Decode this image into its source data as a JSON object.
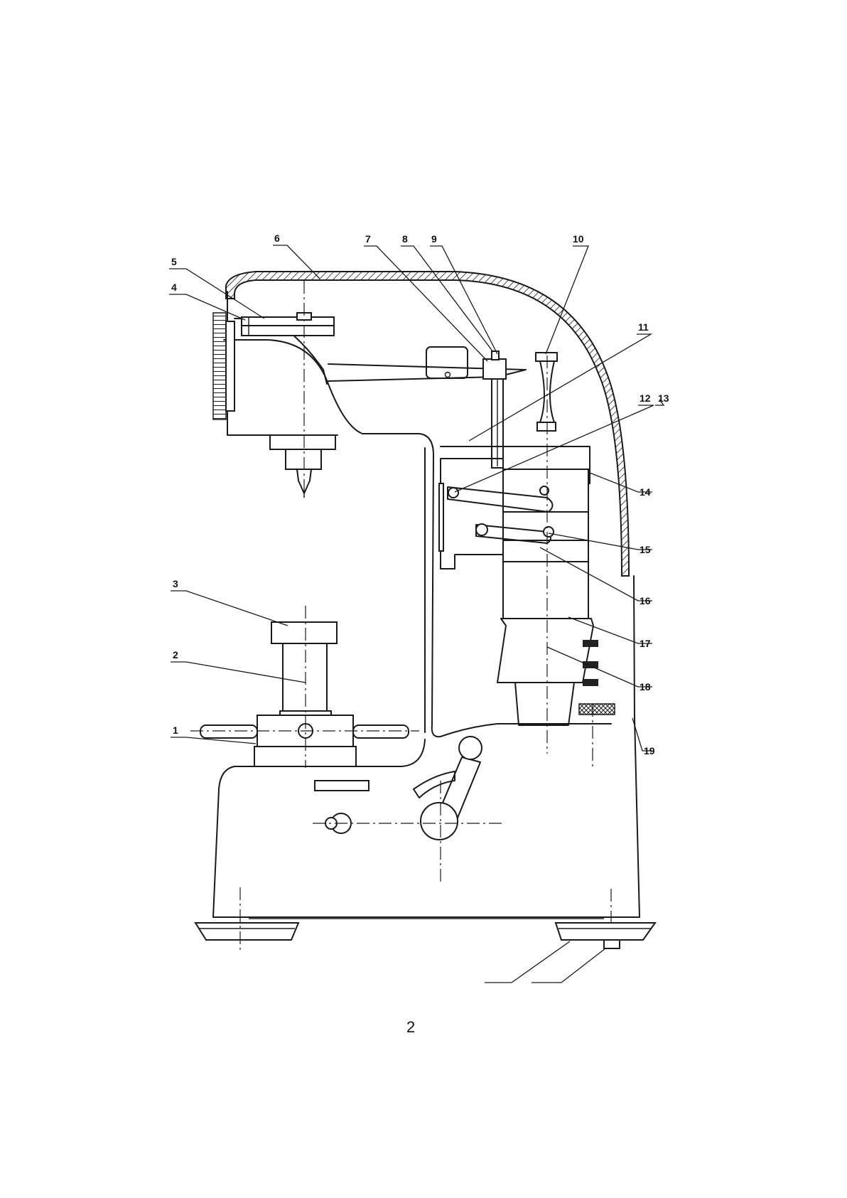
{
  "diagram": {
    "callouts": [
      {
        "id": "1",
        "label": "1"
      },
      {
        "id": "2",
        "label": "2"
      },
      {
        "id": "3",
        "label": "3"
      },
      {
        "id": "4",
        "label": "4"
      },
      {
        "id": "5",
        "label": "5"
      },
      {
        "id": "6",
        "label": "6"
      },
      {
        "id": "7",
        "label": "7"
      },
      {
        "id": "8",
        "label": "8"
      },
      {
        "id": "9",
        "label": "9"
      },
      {
        "id": "10",
        "label": "10"
      },
      {
        "id": "11",
        "label": "11"
      },
      {
        "id": "12",
        "label": "12"
      },
      {
        "id": "13",
        "label": "13"
      },
      {
        "id": "14",
        "label": "14"
      },
      {
        "id": "15",
        "label": "15"
      },
      {
        "id": "16",
        "label": "16"
      },
      {
        "id": "17",
        "label": "17"
      },
      {
        "id": "18",
        "label": "18"
      },
      {
        "id": "19",
        "label": "19"
      }
    ]
  },
  "page_number": "2"
}
